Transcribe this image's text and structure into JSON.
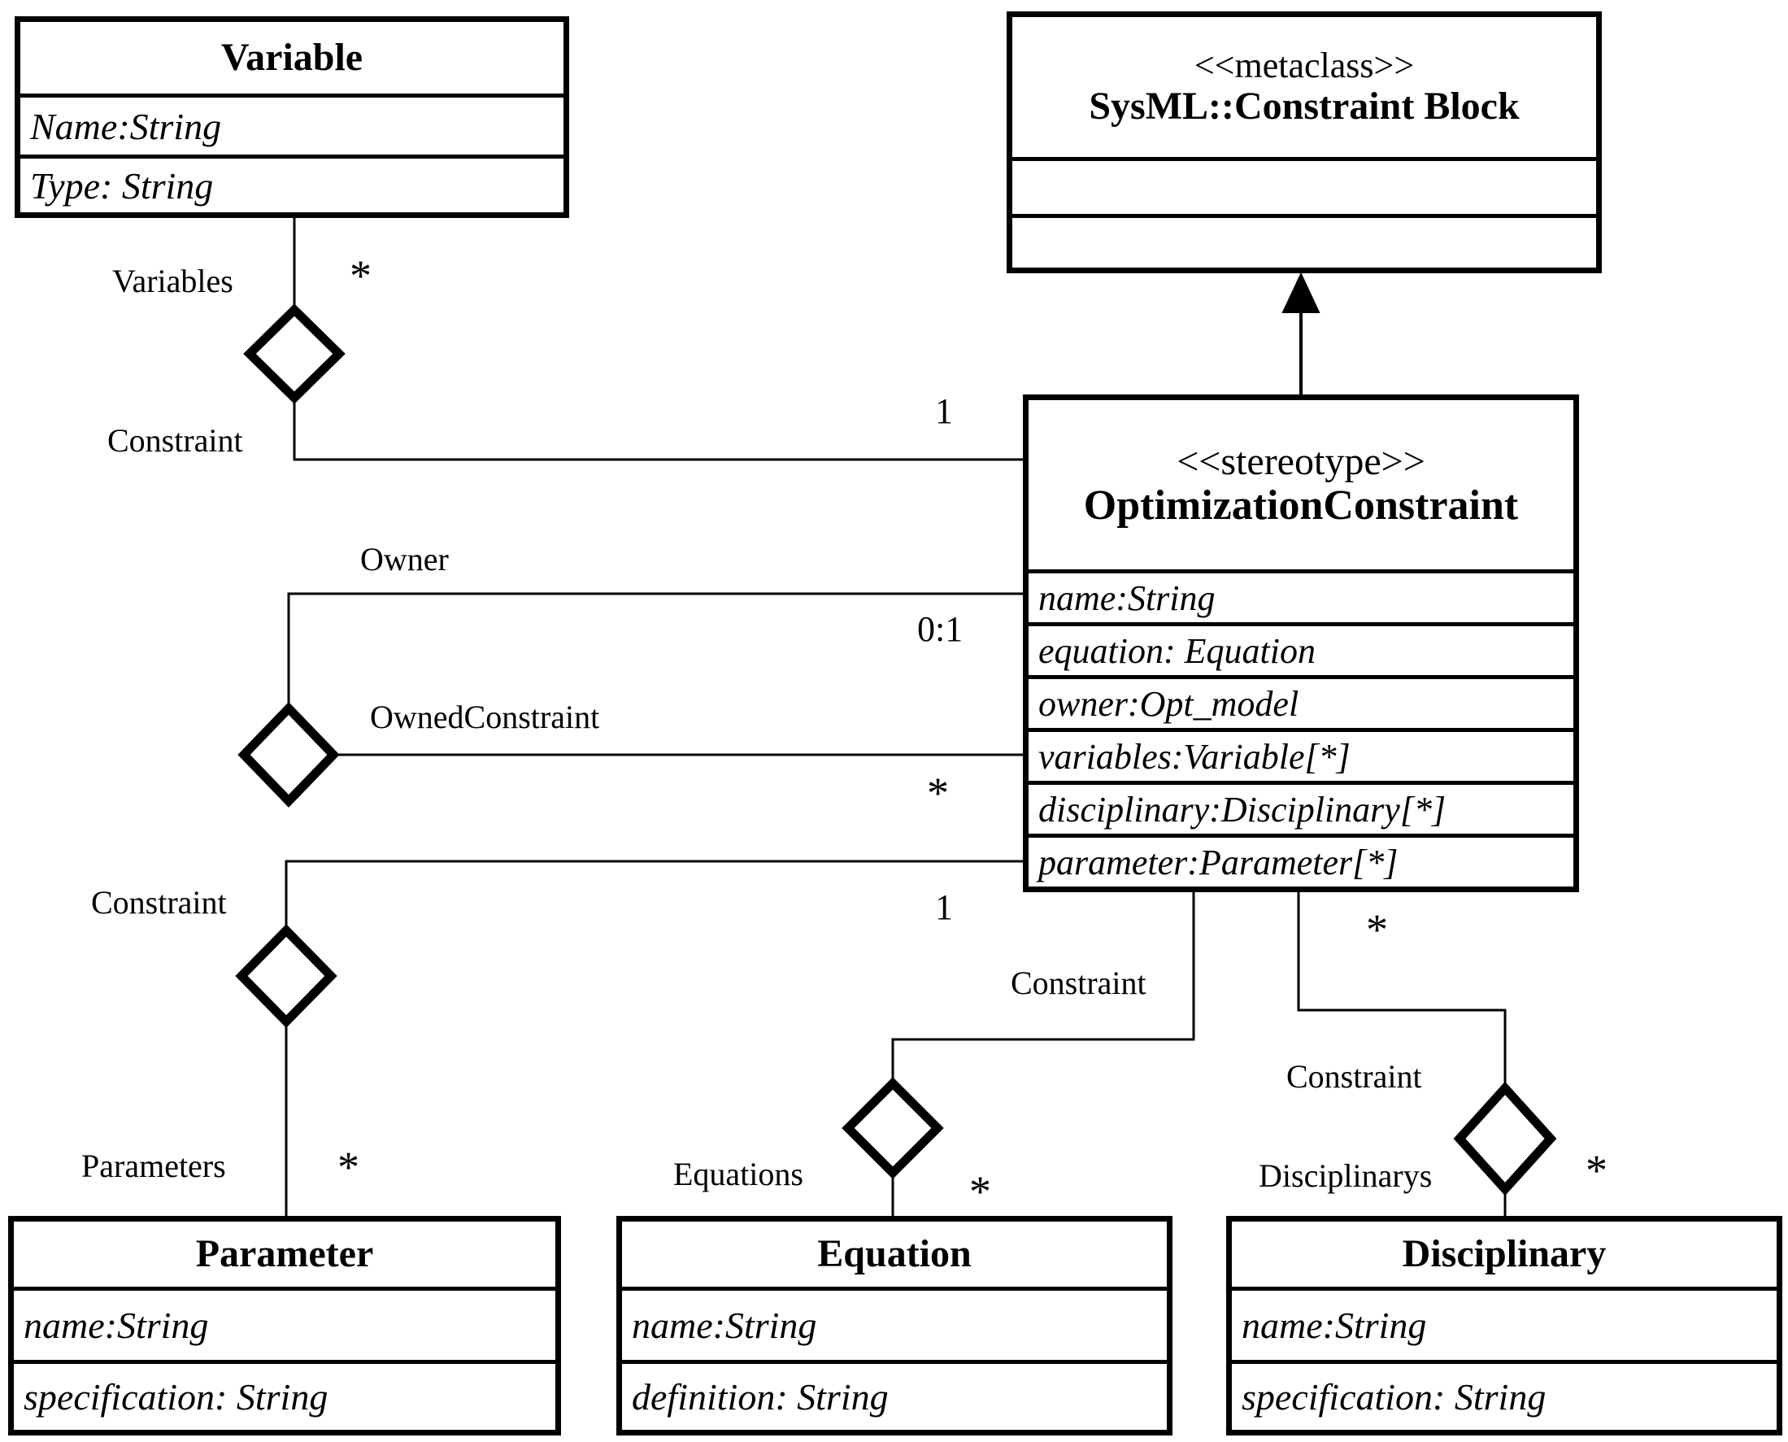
{
  "diagram": {
    "classes": {
      "variable": {
        "title": "Variable",
        "attributes": [
          "Name:String",
          "Type: String"
        ]
      },
      "metaclass": {
        "keyword": "<<metaclass>>",
        "title": "SysML::Constraint Block"
      },
      "optimization_constraint": {
        "keyword": "<<stereotype>>",
        "title": "OptimizationConstraint",
        "attributes": [
          "name:String",
          "equation: Equation",
          "owner:Opt_model",
          "variables:Variable[*]",
          "disciplinary:Disciplinary[*]",
          "parameter:Parameter[*]"
        ]
      },
      "parameter": {
        "title": "Parameter",
        "attributes": [
          "name:String",
          "specification: String"
        ]
      },
      "equation": {
        "title": "Equation",
        "attributes": [
          "name:String",
          "definition: String"
        ]
      },
      "disciplinary": {
        "title": "Disciplinary",
        "attributes": [
          "name:String",
          "specification: String"
        ]
      }
    },
    "labels": {
      "variables_role": "Variables",
      "variables_mult": "*",
      "variable_constraint_role": "Constraint",
      "variable_constraint_mult": "1",
      "owner_role": "Owner",
      "owner_mult": "0:1",
      "owned_constraint_role": "OwnedConstraint",
      "owned_constraint_mult": "*",
      "parameter_constraint_role": "Constraint",
      "parameter_constraint_mult": "1",
      "parameters_role": "Parameters",
      "parameters_mult": "*",
      "equation_constraint_role": "Constraint",
      "equations_role": "Equations",
      "equations_mult": "*",
      "disciplinary_constraint_role": "Constraint",
      "disciplinary_constraint_mult": "*",
      "disciplinarys_role": "Disciplinarys",
      "disciplinarys_mult": "*"
    },
    "colors": {
      "ink": "#000000",
      "paper": "#ffffff"
    }
  }
}
